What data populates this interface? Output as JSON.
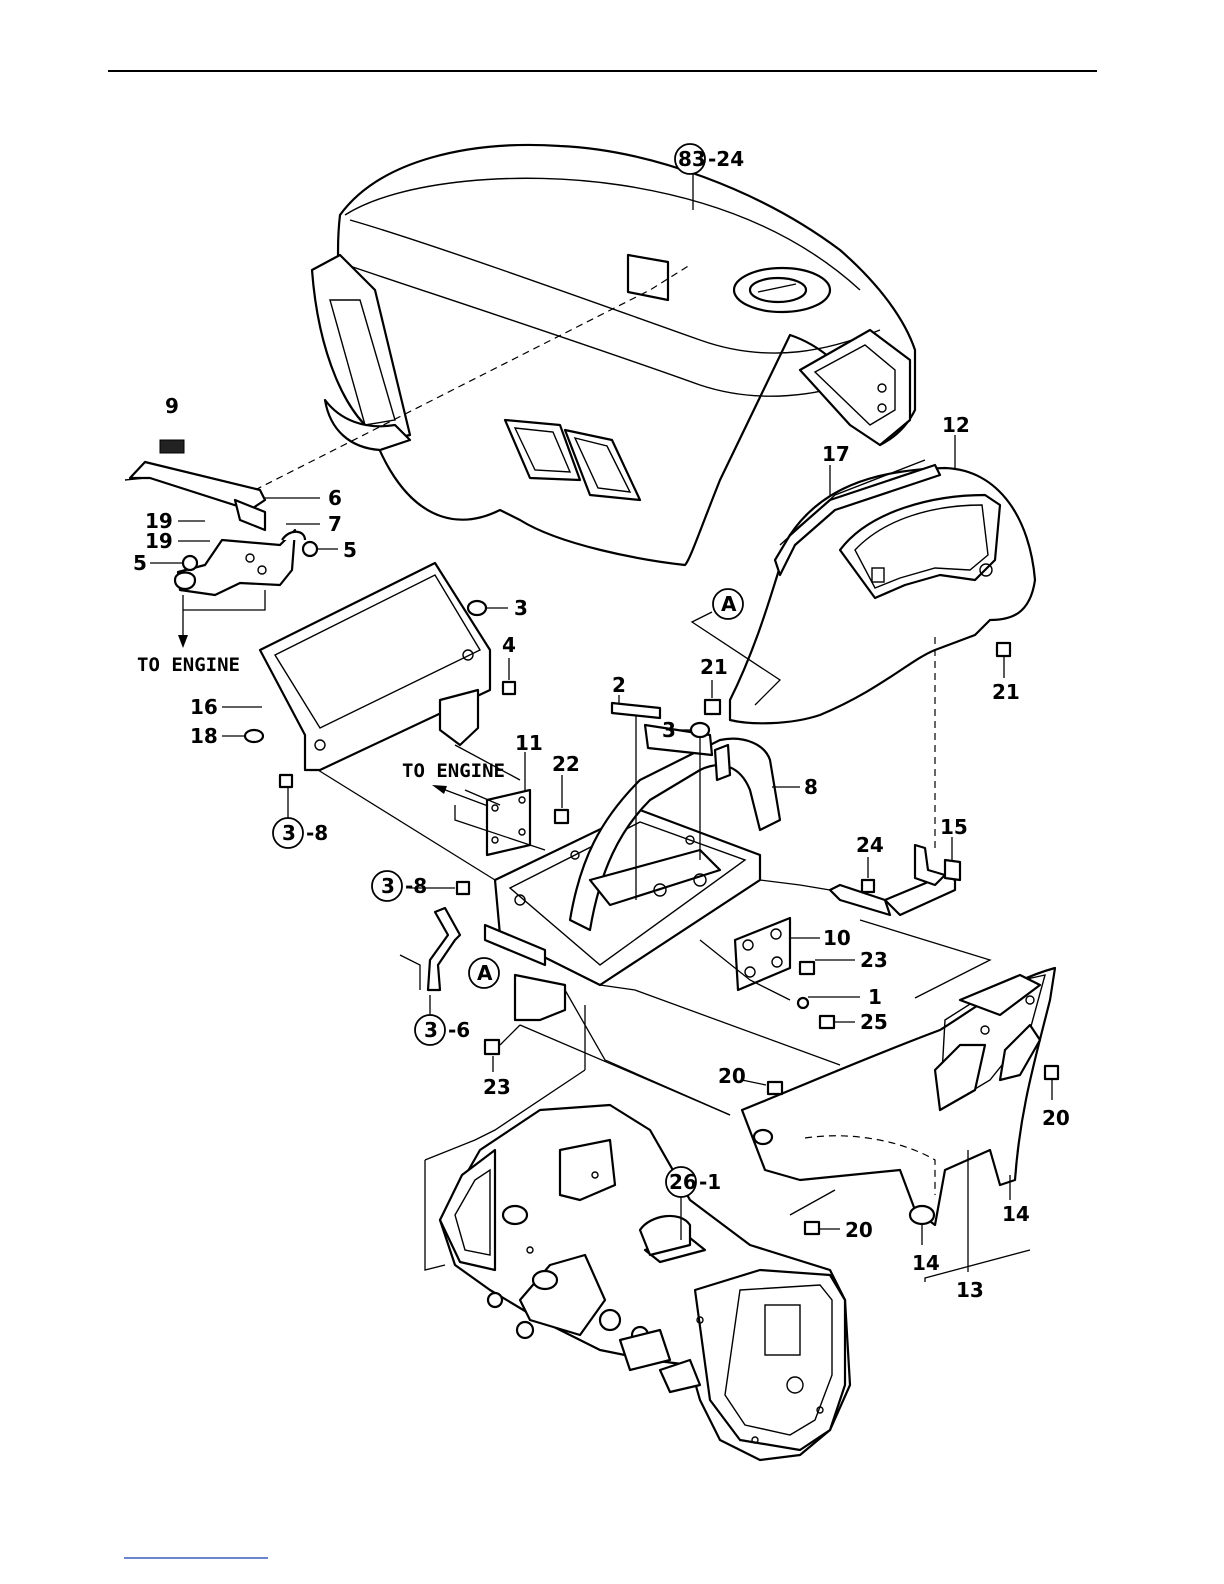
{
  "callouts": {
    "c83": "83",
    "c83_suffix": "-24",
    "c9": "9",
    "c6": "6",
    "c19a": "19",
    "c19b": "19",
    "c7": "7",
    "c5a": "5",
    "c5b": "5",
    "to_engine_1": "TO ENGINE",
    "c3_top": "3",
    "c4": "4",
    "c16": "16",
    "c18": "18",
    "c3_8a": "3",
    "c3_8a_suffix": "-8",
    "c17": "17",
    "c12": "12",
    "cA_top": "A",
    "c21a": "21",
    "c21b": "21",
    "c2": "2",
    "c3_mid": "3",
    "c11": "11",
    "c22": "22",
    "to_engine_2": "TO ENGINE",
    "c8": "8",
    "c24": "24",
    "c15": "15",
    "c3_8b": "3",
    "c3_8b_suffix": "-8",
    "c10": "10",
    "c23a": "23",
    "cA_mid": "A",
    "c1": "1",
    "c25": "25",
    "c3_6": "3",
    "c3_6_suffix": "-6",
    "c23b": "23",
    "c20a": "20",
    "c20b": "20",
    "c20c": "20",
    "c26": "26",
    "c26_suffix": "-1",
    "c14a": "14",
    "c14b": "14",
    "c13": "13"
  }
}
